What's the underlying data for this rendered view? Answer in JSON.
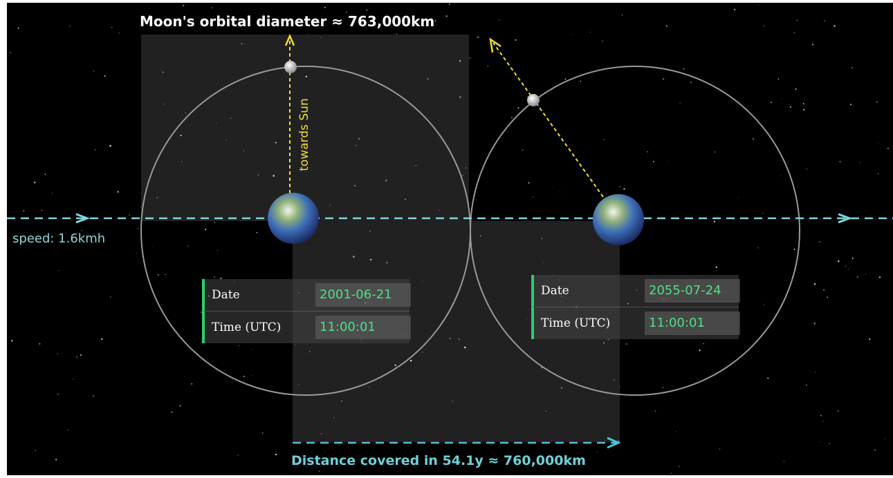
{
  "title": "Moon's orbital diameter ≈ 763,000km",
  "speed_label": "speed: 1.6kmh",
  "distance_label": "Distance covered in 54.1y ≈ 760,000km",
  "sun_label": "towards Sun",
  "panels": [
    {
      "date_label": "Date",
      "date_value": "2001-06-21",
      "time_label": "Time (UTC)",
      "time_value": "11:00:01"
    },
    {
      "date_label": "Date",
      "date_value": "2055-07-24",
      "time_label": "Time (UTC)",
      "time_value": "11:00:01"
    }
  ],
  "colors": {
    "background": "#000000",
    "arrow_cyan": "#7fd8dc",
    "sun_arrow": "#f2df2e",
    "value_text": "#4ee08a",
    "panel_accent": "#2ecc71"
  }
}
